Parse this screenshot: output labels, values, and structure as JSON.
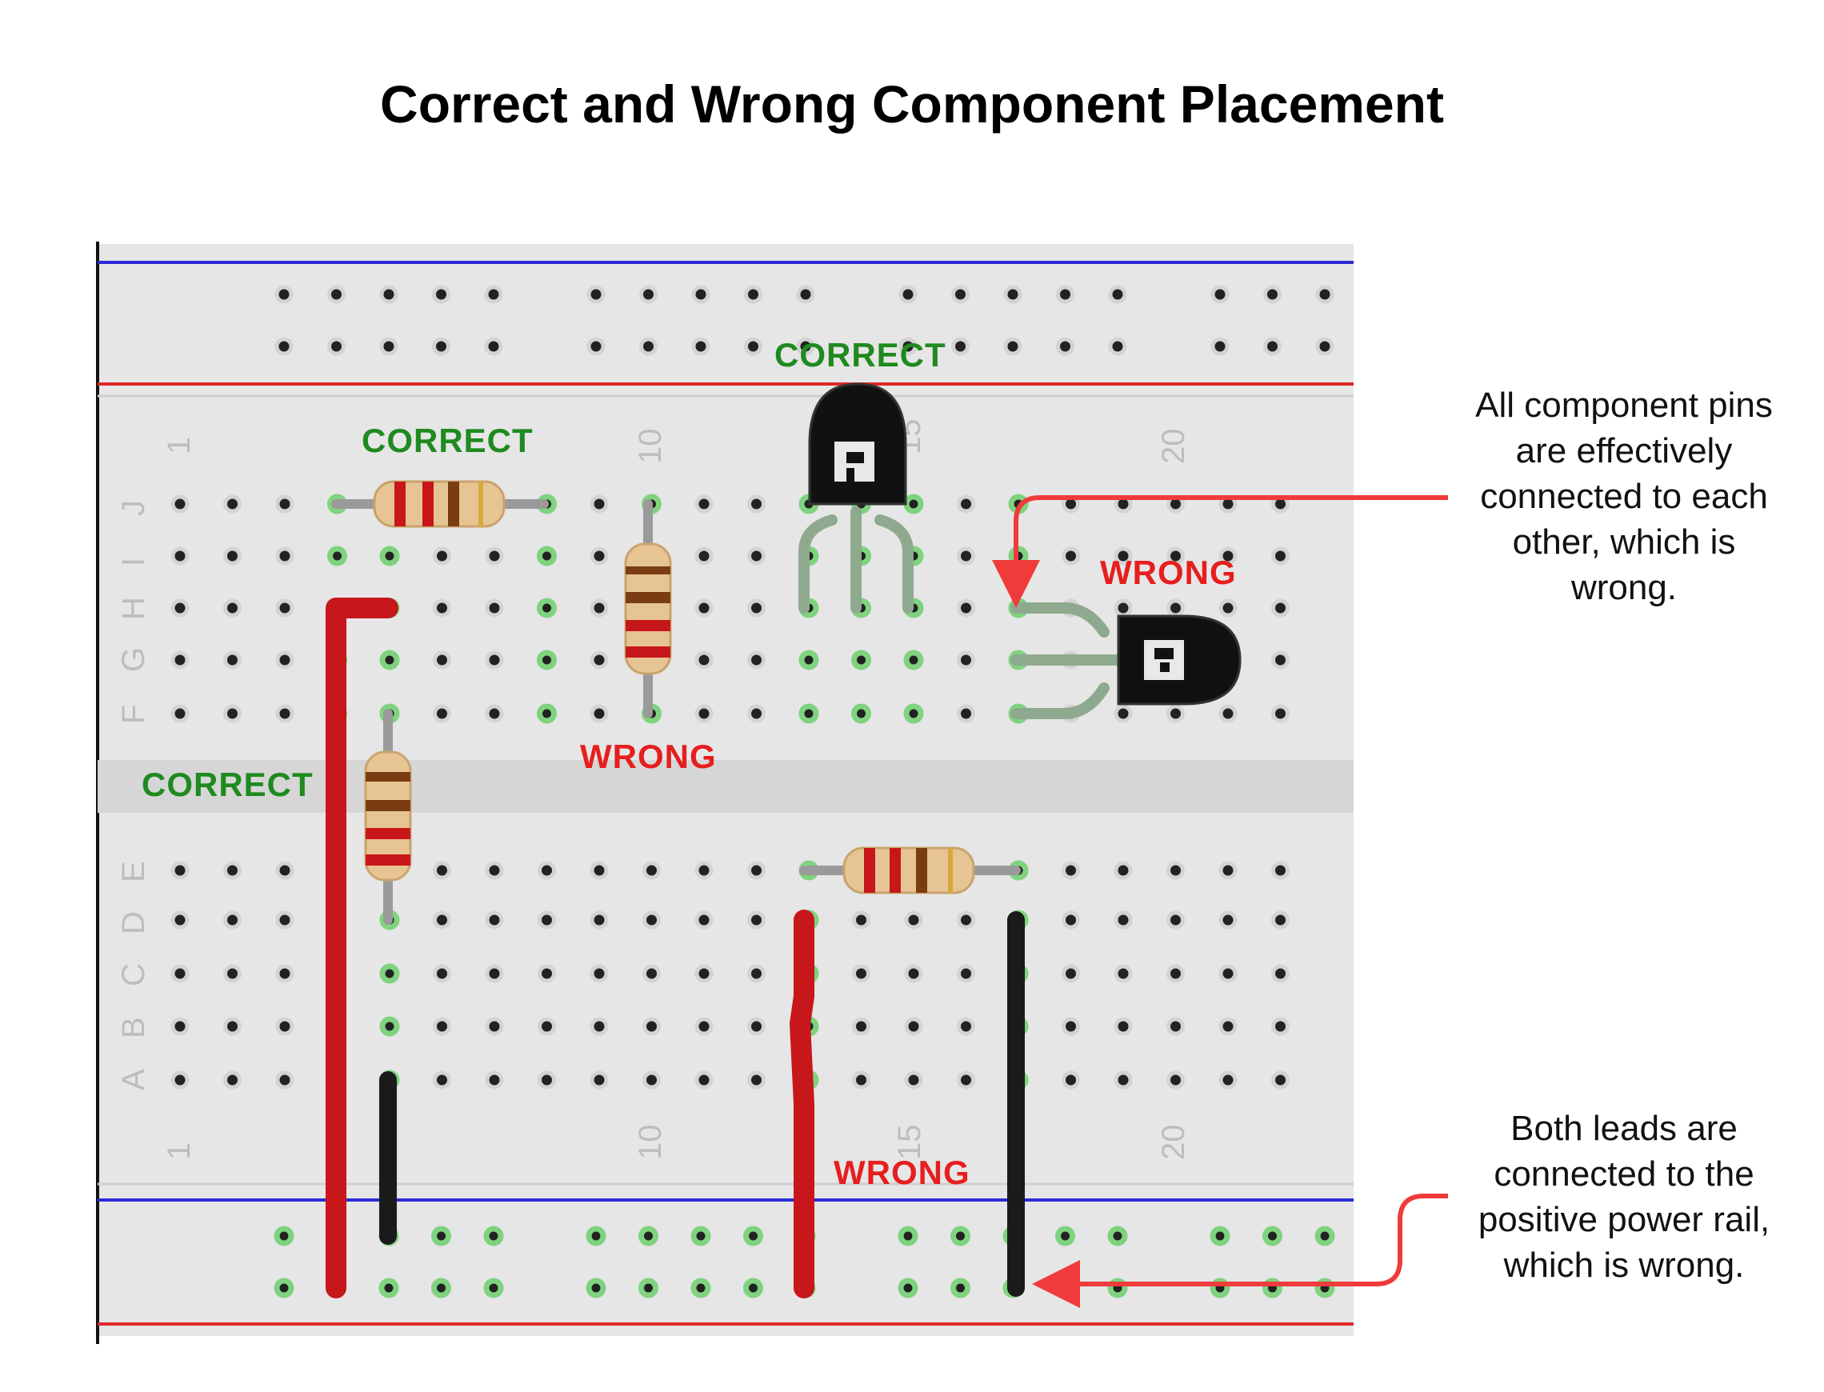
{
  "title": "Correct and Wrong Component Placement",
  "breadboard": {
    "column_numbers": [
      "1",
      "10",
      "15",
      "20"
    ],
    "row_letters_top": [
      "J",
      "I",
      "H",
      "G",
      "F"
    ],
    "row_letters_bottom": [
      "E",
      "D",
      "C",
      "B",
      "A"
    ]
  },
  "labels": {
    "correct_resistor": "CORRECT",
    "correct_transistor": "CORRECT",
    "correct_vertical": "CORRECT",
    "wrong_resistor": "WRONG",
    "wrong_transistor": "WRONG",
    "wrong_wires": "WRONG"
  },
  "notes": {
    "transistor_note": "All component pins\nare effectively\nconnected to each\nother, which is\nwrong.",
    "wires_note": "Both leads are\nconnected to the\npositive power rail,\nwhich is wrong."
  },
  "colors": {
    "board": "#e6e6e6",
    "hole": "#222222",
    "hole_active": "#7fd37f",
    "rail_positive": "#e02828",
    "rail_negative": "#2b2bd8",
    "correct": "#1f8a1f",
    "wrong": "#e61e1e",
    "arrow": "#ef3b3b",
    "wire_red": "#c8171b",
    "wire_black": "#1a1a1a"
  },
  "icons": [
    "transistor-icon",
    "resistor-icon",
    "arrow-icon"
  ]
}
